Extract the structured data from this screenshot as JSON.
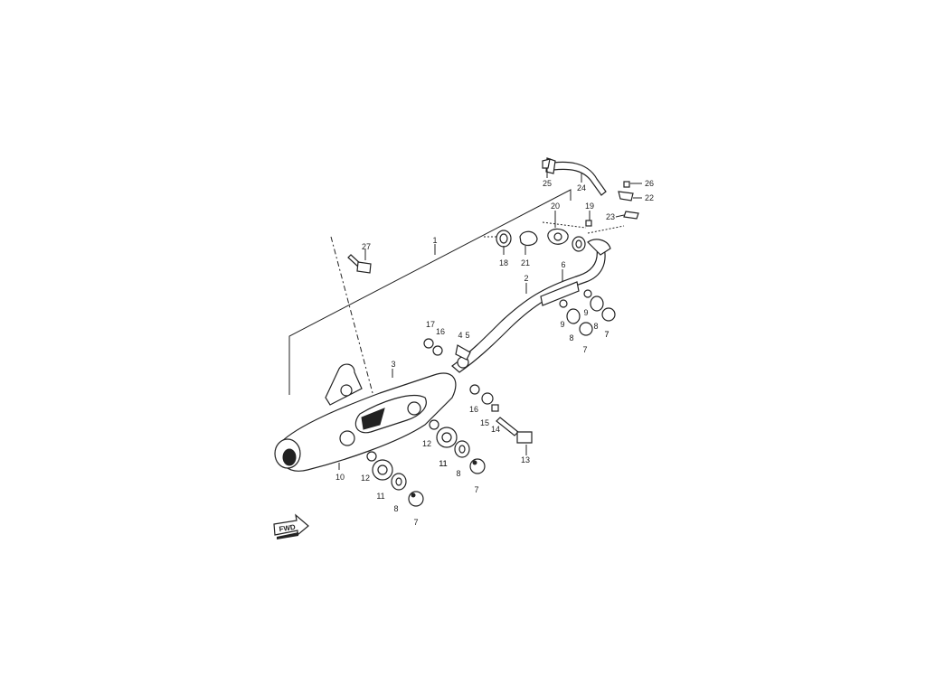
{
  "labels": [
    "1",
    "2",
    "3",
    "4",
    "5",
    "6",
    "7",
    "7",
    "7",
    "7",
    "7",
    "8",
    "8",
    "8",
    "8",
    "9",
    "9",
    "10",
    "11",
    "11",
    "11",
    "12",
    "12",
    "13",
    "14",
    "15",
    "16",
    "16",
    "17",
    "18",
    "19",
    "20",
    "21",
    "22",
    "23",
    "24",
    "25",
    "26",
    "27"
  ],
  "fwd_badge": "FWD"
}
